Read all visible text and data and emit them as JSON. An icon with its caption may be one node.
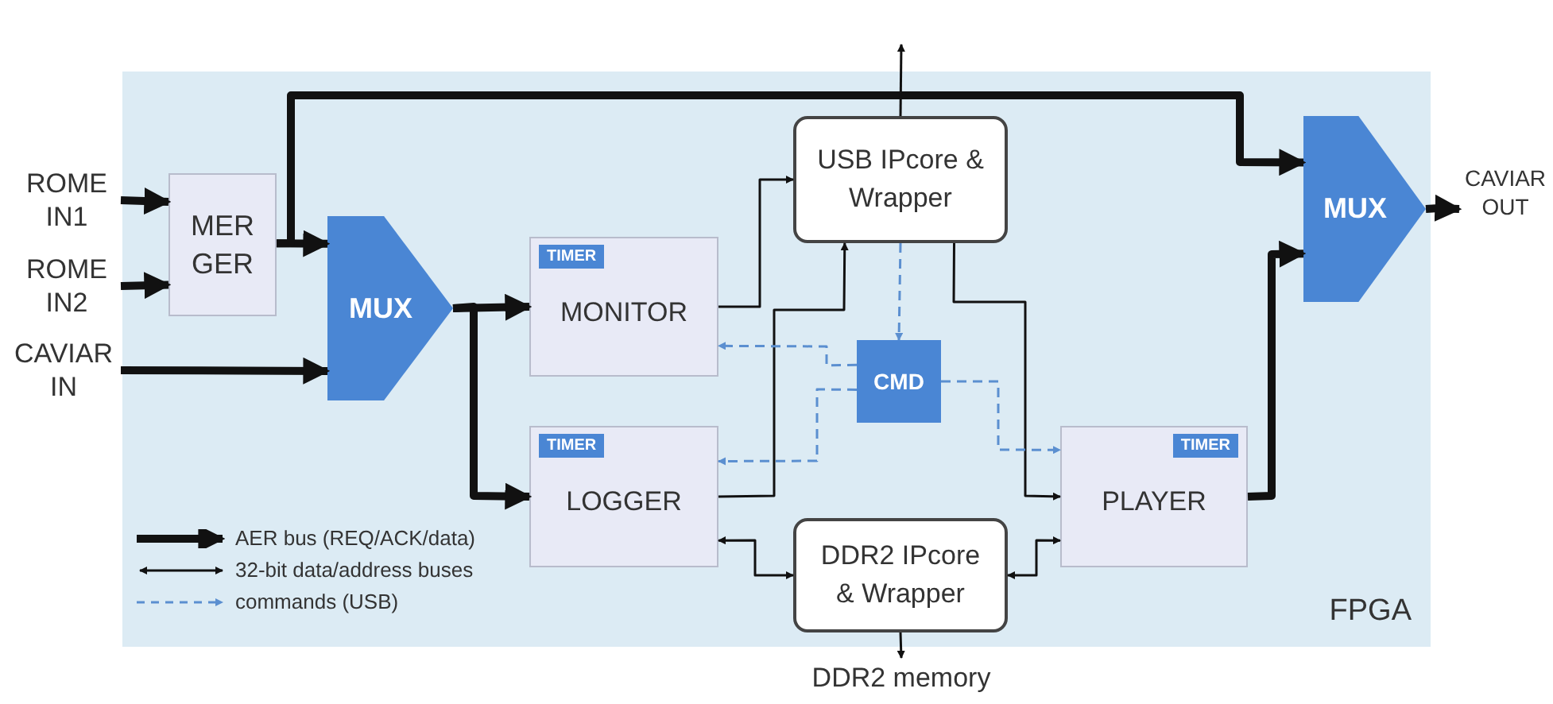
{
  "diagram": {
    "nodes": [
      {
        "text": [
          "FPGA"
        ]
      },
      {
        "text": [
          "ROME IN1"
        ]
      },
      {
        "text": [
          "ROME IN2"
        ]
      },
      {
        "text": [
          "CAVIAR IN"
        ]
      },
      {
        "text": [
          "MER GER"
        ],
        "in": 0
      },
      {
        "text": [
          "MUX"
        ],
        "in": 0
      },
      {
        "text": [
          "TIMER",
          "MONITOR"
        ],
        "in": 0
      },
      {
        "text": [
          "TIMER",
          "LOGGER"
        ],
        "in": 0
      },
      {
        "text": [
          "USB IPcore & Wrapper"
        ],
        "in": 0
      },
      {
        "text": [
          "CMD"
        ],
        "in": 0
      },
      {
        "text": [
          "DDR2 IPcore & Wrapper"
        ],
        "in": 0
      },
      {
        "text": [
          "TIMER",
          "PLAYER"
        ],
        "in": 0
      },
      {
        "text": [
          "MUX"
        ],
        "in": 0
      },
      {
        "text": [
          "CAVIAR OUT"
        ]
      },
      {
        "text": [
          "DDR2 memory"
        ]
      }
    ],
    "edges": [
      {
        "from": 1,
        "to": 4,
        "arrow": "to",
        "style": "thick"
      },
      {
        "from": 2,
        "to": 4,
        "arrow": "to",
        "style": "thick"
      },
      {
        "from": 3,
        "to": 5,
        "arrow": "to",
        "style": "thick"
      },
      {
        "from": 4,
        "to": 5,
        "arrow": "to",
        "style": "thick"
      },
      {
        "from": 4,
        "to": 12,
        "arrow": "to",
        "style": "thick"
      },
      {
        "from": 5,
        "to": 6,
        "arrow": "to",
        "style": "thick"
      },
      {
        "from": 5,
        "to": 7,
        "arrow": "to",
        "style": "thick"
      },
      {
        "from": 12,
        "to": 13,
        "arrow": "to",
        "style": "thick"
      },
      {
        "from": 11,
        "to": 12,
        "arrow": "to",
        "style": "thick"
      },
      {
        "from": 6,
        "to": 8,
        "arrow": "to"
      },
      {
        "from": 7,
        "to": 8,
        "arrow": "to"
      },
      {
        "from": 8,
        "to": 11,
        "arrow": "to"
      },
      {
        "from": 10,
        "to": 7,
        "arrow": "both"
      },
      {
        "from": 10,
        "to": 11,
        "arrow": "both"
      },
      {
        "from": 8,
        "to": null,
        "arrow": "to"
      },
      {
        "from": 10,
        "to": 14,
        "arrow": "to"
      },
      {
        "from": 8,
        "to": 9,
        "arrow": "to",
        "style": "dashed",
        "color": "#5b8fd0"
      },
      {
        "from": 9,
        "to": 6,
        "arrow": "to",
        "style": "dashed",
        "color": "#5b8fd0"
      },
      {
        "from": 9,
        "to": 7,
        "arrow": "to",
        "style": "dashed",
        "color": "#5b8fd0"
      },
      {
        "from": 9,
        "to": 11,
        "arrow": "to",
        "style": "dashed",
        "color": "#5b8fd0"
      }
    ],
    "legend": [
      {
        "text": "AER bus (REQ/ACK/data)"
      },
      {
        "text": "32-bit data/address buses"
      },
      {
        "text": "commands (USB)"
      }
    ]
  }
}
